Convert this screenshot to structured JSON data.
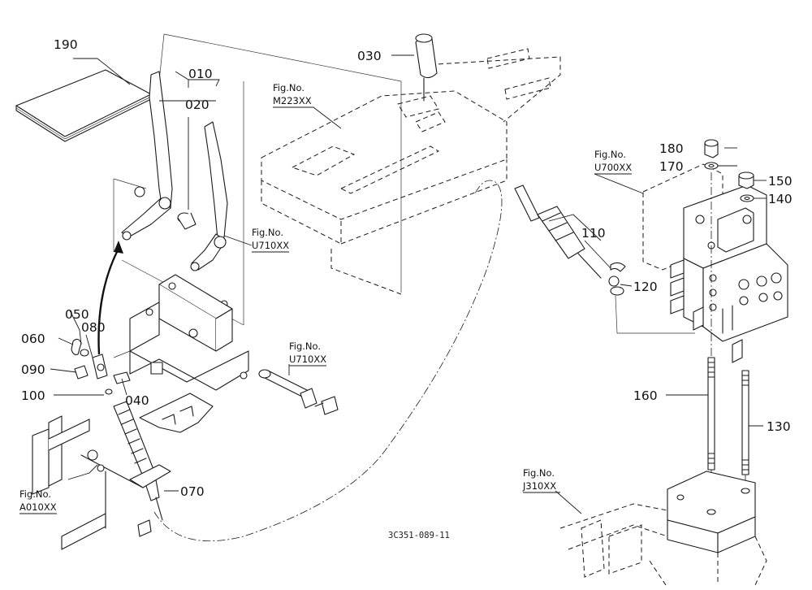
{
  "diagram_code": "3C351-089-11",
  "parts": [
    {
      "id": "p190",
      "label": "190"
    },
    {
      "id": "p010",
      "label": "010"
    },
    {
      "id": "p020",
      "label": "020"
    },
    {
      "id": "p030",
      "label": "030"
    },
    {
      "id": "p050",
      "label": "050"
    },
    {
      "id": "p060",
      "label": "060"
    },
    {
      "id": "p080",
      "label": "080"
    },
    {
      "id": "p090",
      "label": "090"
    },
    {
      "id": "p100",
      "label": "100"
    },
    {
      "id": "p040",
      "label": "040"
    },
    {
      "id": "p070",
      "label": "070"
    },
    {
      "id": "p110",
      "label": "110"
    },
    {
      "id": "p120",
      "label": "120"
    },
    {
      "id": "p130",
      "label": "130"
    },
    {
      "id": "p140",
      "label": "140"
    },
    {
      "id": "p150",
      "label": "150"
    },
    {
      "id": "p160",
      "label": "160"
    },
    {
      "id": "p170",
      "label": "170"
    },
    {
      "id": "p180",
      "label": "180"
    }
  ],
  "figure_refs": [
    {
      "id": "m223",
      "title": "Fig.No.",
      "code": "M223XX"
    },
    {
      "id": "u710a",
      "title": "Fig.No.",
      "code": "U710XX"
    },
    {
      "id": "u710b",
      "title": "Fig.No.",
      "code": "U710XX"
    },
    {
      "id": "u700",
      "title": "Fig.No.",
      "code": "U700XX"
    },
    {
      "id": "a010",
      "title": "Fig.No.",
      "code": "A010XX"
    },
    {
      "id": "j310",
      "title": "Fig.No.",
      "code": "J310XX"
    }
  ]
}
